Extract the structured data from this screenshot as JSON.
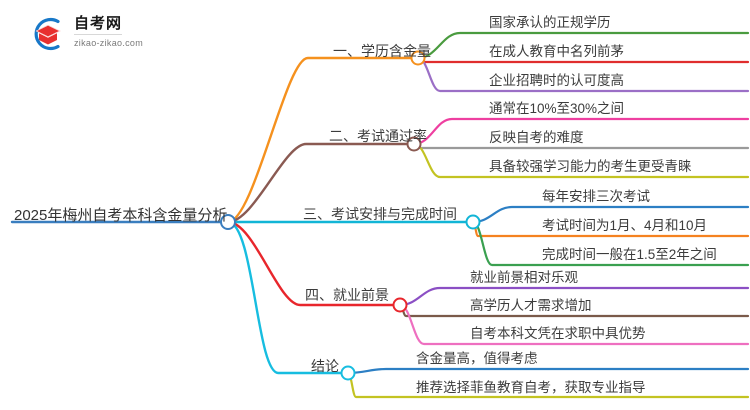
{
  "logo": {
    "icon": "graduation-cap-in-circle-logo",
    "title": "自考网",
    "domain": "zikao-zikao.com",
    "arc_color": "#1878c8",
    "cap_color": "#e8302f"
  },
  "mindmap": {
    "root": {
      "label": "2025年梅州自考本科含金量分析",
      "color": "#3a7ebf"
    },
    "branches": [
      {
        "label": "一、学历含金量",
        "color": "#f5911e",
        "children": [
          {
            "label": "国家承认的正规学历",
            "color": "#4a9b3f"
          },
          {
            "label": "在成人教育中名列前茅",
            "color": "#e02d2d"
          },
          {
            "label": "企业招聘时的认可度高",
            "color": "#9b6fc6"
          }
        ]
      },
      {
        "label": "二、考试通过率",
        "color": "#8a5a52",
        "children": [
          {
            "label": "通常在10%至30%之间",
            "color": "#ee3fa0"
          },
          {
            "label": "反映自考的难度",
            "color": "#9a9a9a"
          },
          {
            "label": "具备较强学习能力的考生更受青睐",
            "color": "#c3c322"
          }
        ]
      },
      {
        "label": "三、考试安排与完成时间",
        "color": "#12b5d6",
        "children": [
          {
            "label": "每年安排三次考试",
            "color": "#2c7fc4"
          },
          {
            "label": "考试时间为1月、4月和10月",
            "color": "#f58220"
          },
          {
            "label": "完成时间一般在1.5至2年之间",
            "color": "#3aa050"
          }
        ]
      },
      {
        "label": "四、就业前景",
        "color": "#e8262c",
        "children": [
          {
            "label": "就业前景相对乐观",
            "color": "#8b4fc4"
          },
          {
            "label": "高学历人才需求增加",
            "color": "#7a5a4a"
          },
          {
            "label": "自考本科文凭在求职中具优势",
            "color": "#ee6fc0"
          }
        ]
      },
      {
        "label": "结论",
        "color": "#17bde0",
        "children": [
          {
            "label": "含金量高，值得考虑",
            "color": "#2c7fc4"
          },
          {
            "label": "推荐选择菲鱼教育自考，获取专业指导",
            "color": "#c3c322"
          }
        ]
      }
    ]
  }
}
